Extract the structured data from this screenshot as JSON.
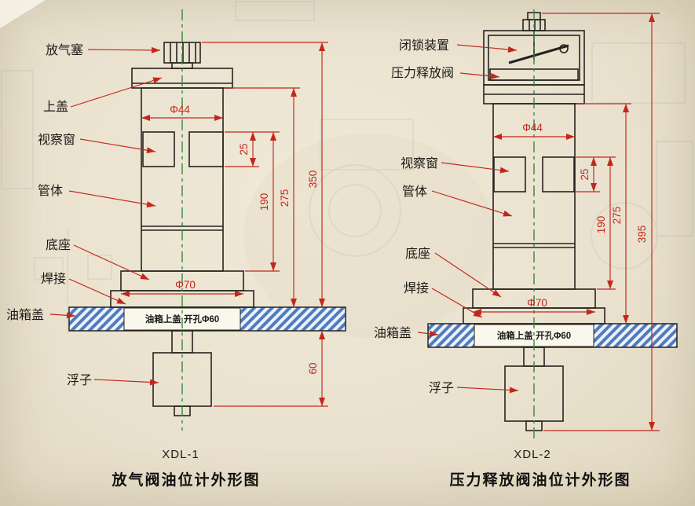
{
  "colors": {
    "paper": "#eae2cf",
    "line": "#26241f",
    "dimension_red": "#c2271c",
    "centerline_green": "#2e8b3d",
    "hatch_blue": "#4f7cc0"
  },
  "left_figure": {
    "model": "XDL-1",
    "title": "放气阀油位计外形图",
    "labels": {
      "vent_plug": "放气塞",
      "top_cover": "上盖",
      "inspection_window": "视察窗",
      "tube_body": "管体",
      "base": "底座",
      "weld": "焊接",
      "tank_cover": "油箱盖",
      "float": "浮子"
    },
    "dimensions": {
      "top_diameter": "Φ44",
      "window_height": "25",
      "tube_section": "190",
      "body_height": "275",
      "overall_height": "350",
      "base_diameter": "Φ70",
      "float_drop": "60"
    },
    "hole_note": "油箱上盖 开孔Φ60"
  },
  "right_figure": {
    "model": "XDL-2",
    "title": "压力释放阀油位计外形图",
    "labels": {
      "locking_device": "闭锁装置",
      "pressure_relief_valve": "压力释放阀",
      "inspection_window": "视察窗",
      "tube_body": "管体",
      "base": "底座",
      "weld": "焊接",
      "tank_cover": "油箱盖",
      "float": "浮子"
    },
    "dimensions": {
      "top_diameter": "Φ44",
      "window_height": "25",
      "tube_section": "190",
      "body_height": "275",
      "overall_height": "395",
      "base_diameter": "Φ70"
    },
    "hole_note": "油箱上盖 开孔Φ60"
  }
}
